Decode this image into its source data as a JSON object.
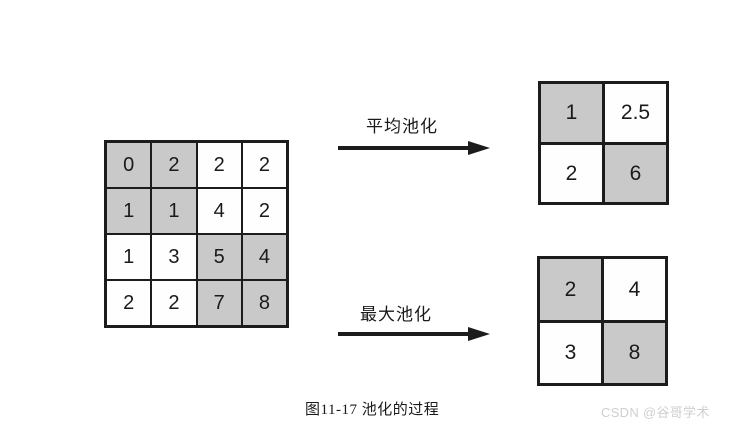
{
  "figure": {
    "caption": "图11-17 池化的过程",
    "watermark": "CSDN @谷哥学术",
    "background_color": "#ffffff",
    "line_color": "#1c1c1c",
    "shaded_cell_color": "#c9c9c9",
    "plain_cell_color": "#fefefe"
  },
  "chart_data": {
    "type": "diagram",
    "title": "图11-17 池化的过程",
    "input": {
      "name": "input-feature-map",
      "rows": 4,
      "cols": 4,
      "values": [
        [
          0,
          2,
          2,
          2
        ],
        [
          1,
          1,
          4,
          2
        ],
        [
          1,
          3,
          5,
          4
        ],
        [
          2,
          2,
          7,
          8
        ]
      ],
      "shaded": [
        [
          true,
          true,
          false,
          false
        ],
        [
          true,
          true,
          false,
          false
        ],
        [
          false,
          false,
          true,
          true
        ],
        [
          false,
          false,
          true,
          true
        ]
      ]
    },
    "operations": [
      {
        "name": "average-pooling",
        "label": "平均池化",
        "output": {
          "rows": 2,
          "cols": 2,
          "values": [
            [
              "1",
              "2.5"
            ],
            [
              "2",
              "6"
            ]
          ],
          "shaded": [
            [
              true,
              false
            ],
            [
              false,
              true
            ]
          ]
        }
      },
      {
        "name": "max-pooling",
        "label": "最大池化",
        "output": {
          "rows": 2,
          "cols": 2,
          "values": [
            [
              "2",
              "4"
            ],
            [
              "3",
              "8"
            ]
          ],
          "shaded": [
            [
              true,
              false
            ],
            [
              false,
              true
            ]
          ]
        }
      }
    ]
  }
}
